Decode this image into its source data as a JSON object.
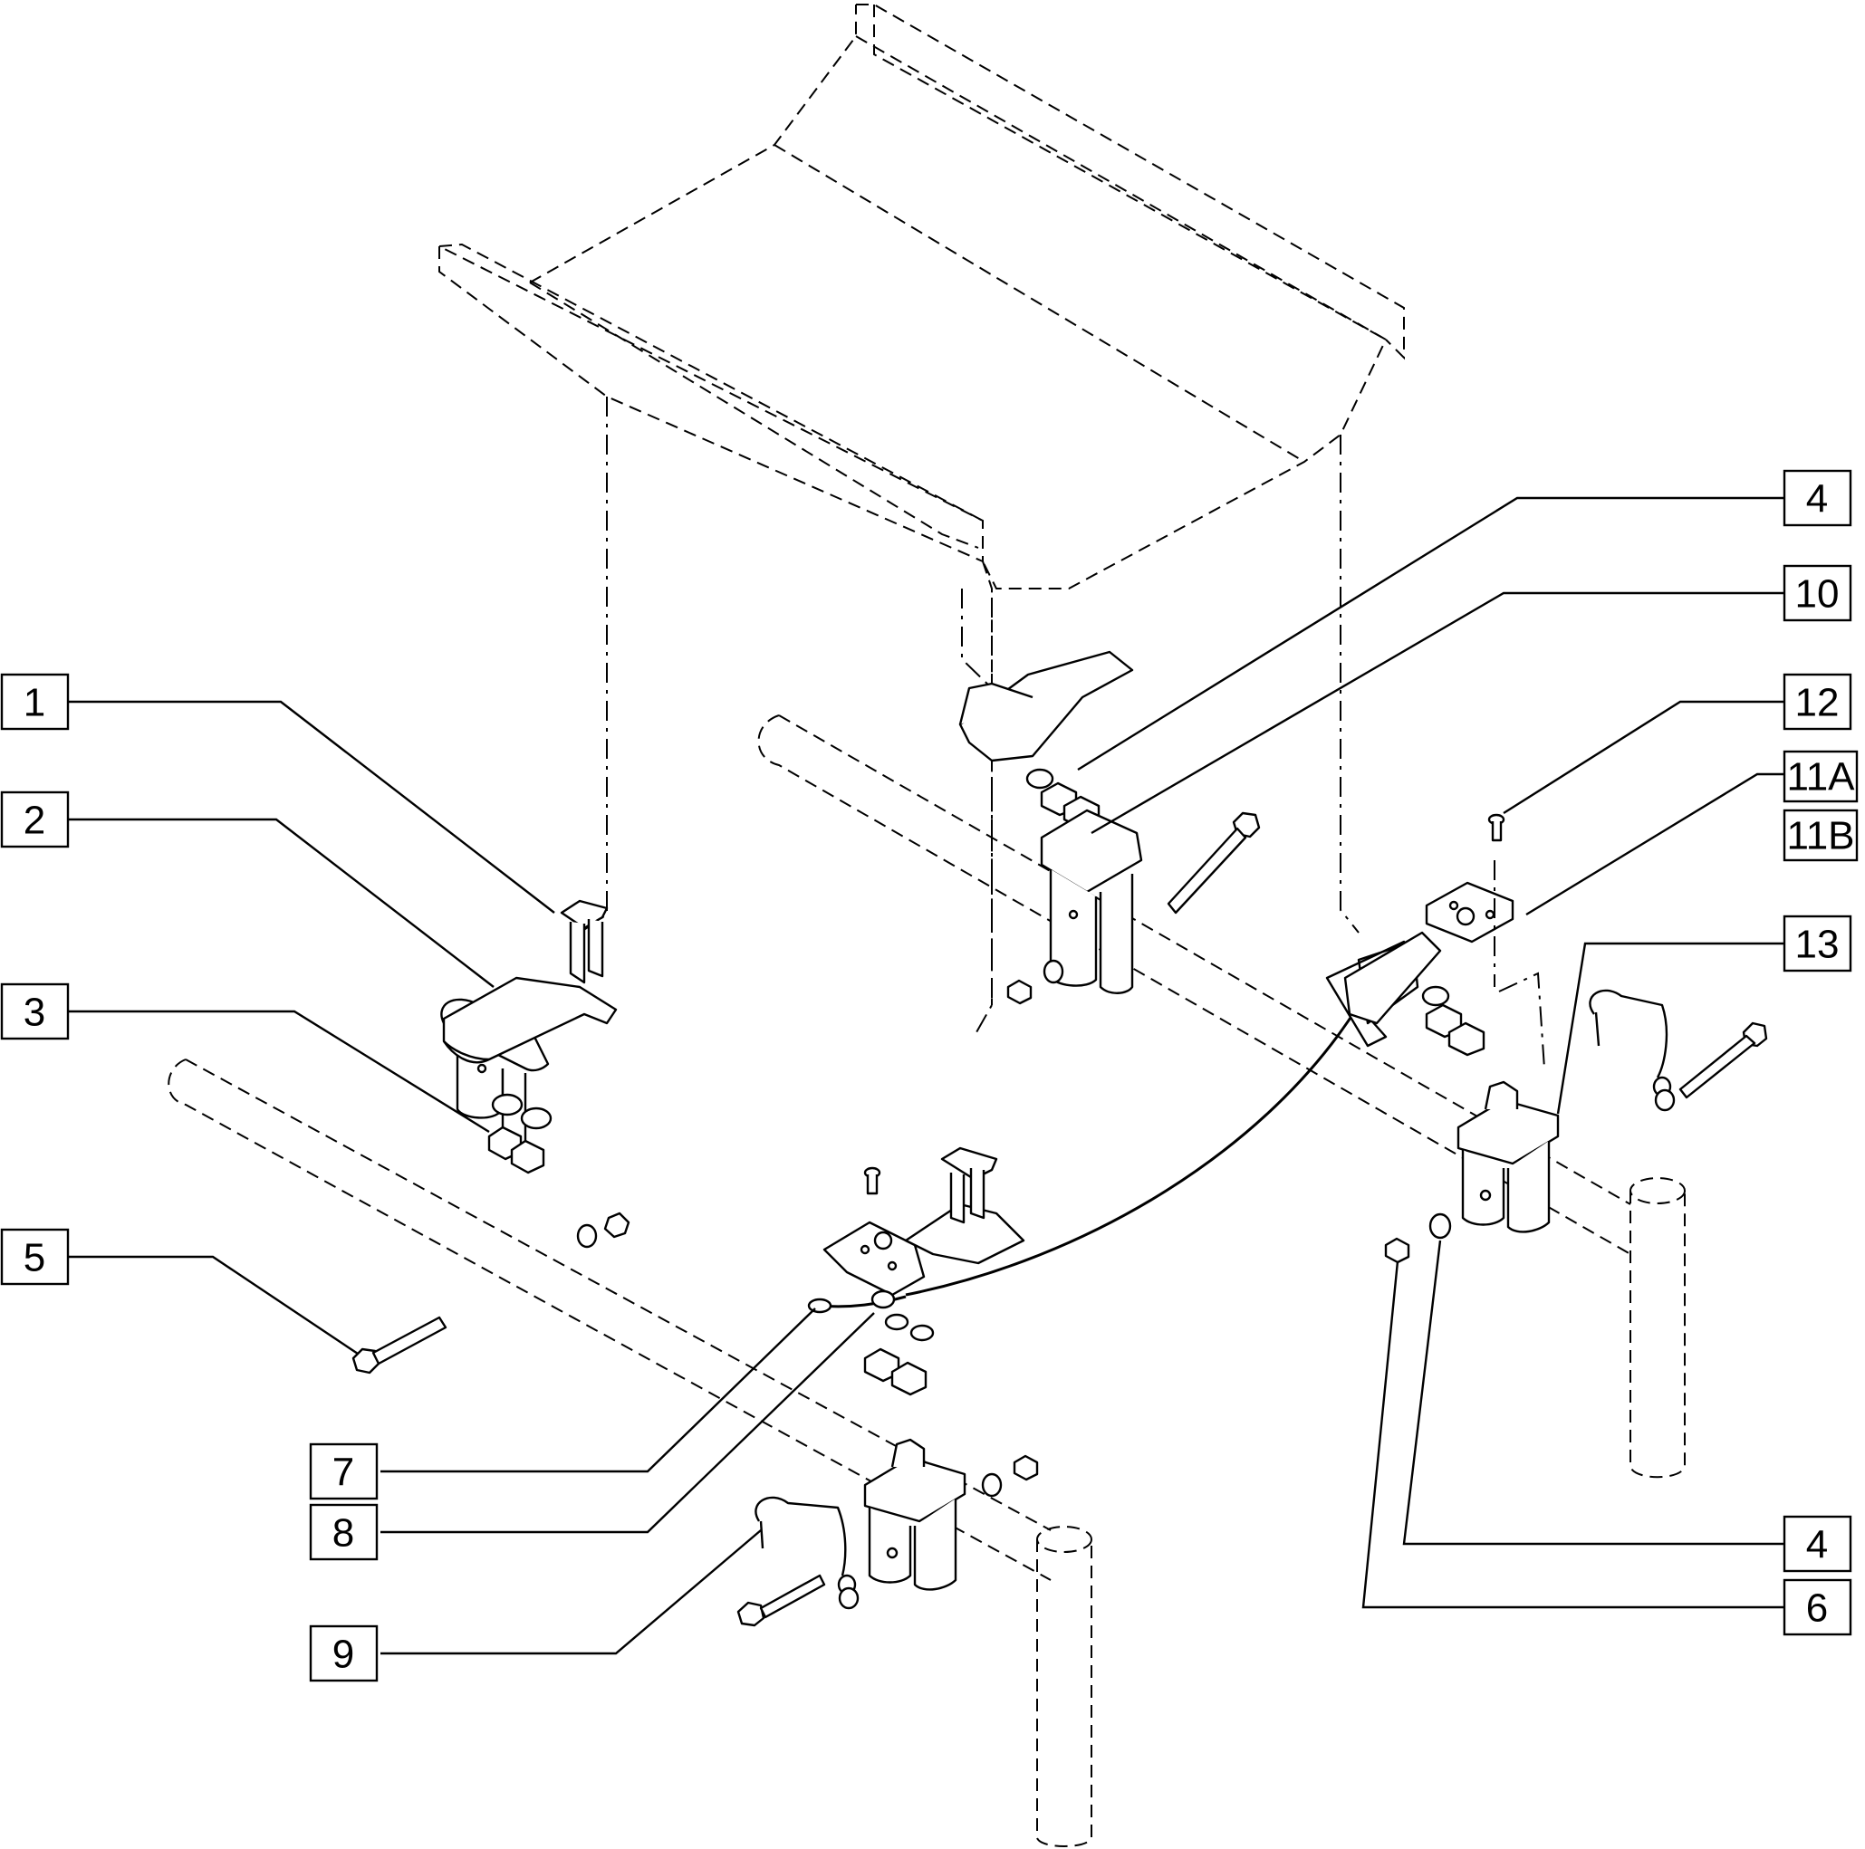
{
  "callouts": [
    {
      "id": "c1",
      "label": "1"
    },
    {
      "id": "c2",
      "label": "2"
    },
    {
      "id": "c3",
      "label": "3"
    },
    {
      "id": "c4a",
      "label": "4"
    },
    {
      "id": "c10",
      "label": "10"
    },
    {
      "id": "c12",
      "label": "12"
    },
    {
      "id": "c11a",
      "label": "11A"
    },
    {
      "id": "c11b",
      "label": "11B"
    },
    {
      "id": "c13",
      "label": "13"
    },
    {
      "id": "c5",
      "label": "5"
    },
    {
      "id": "c7",
      "label": "7"
    },
    {
      "id": "c8",
      "label": "8"
    },
    {
      "id": "c9",
      "label": "9"
    },
    {
      "id": "c4b",
      "label": "4"
    },
    {
      "id": "c6",
      "label": "6"
    }
  ]
}
